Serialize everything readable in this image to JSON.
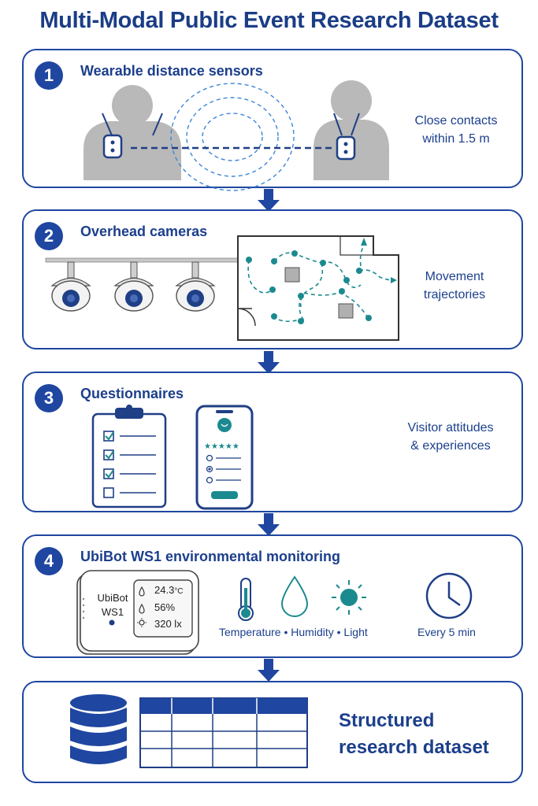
{
  "title": "Multi-Modal Public Event Research Dataset",
  "sections": [
    {
      "number": "1",
      "heading": "Wearable distance sensors",
      "side_line1": "Close contacts",
      "side_line2": "within 1.5 m"
    },
    {
      "number": "2",
      "heading": "Overhead cameras",
      "side_line1": "Movement",
      "side_line2": "trajectories"
    },
    {
      "number": "3",
      "heading": "Questionnaires",
      "side_line1": "Visitor attitudes",
      "side_line2": "& experiences"
    },
    {
      "number": "4",
      "heading": "UbiBot WS1 environmental monitoring",
      "device_line1": "UbiBot",
      "device_line2": "WS1",
      "temp_reading": "24.3",
      "temp_unit": "°C",
      "humidity_reading": "56%",
      "light_reading": "320 lx",
      "sensors_caption": "Temperature • Humidity • Light",
      "interval": "Every 5 min"
    }
  ],
  "output": {
    "line1": "Structured",
    "line2": "research dataset"
  },
  "colors": {
    "primary": "#1f46a0",
    "teal": "#1b8a8f",
    "gray": "#b8b8b8"
  }
}
